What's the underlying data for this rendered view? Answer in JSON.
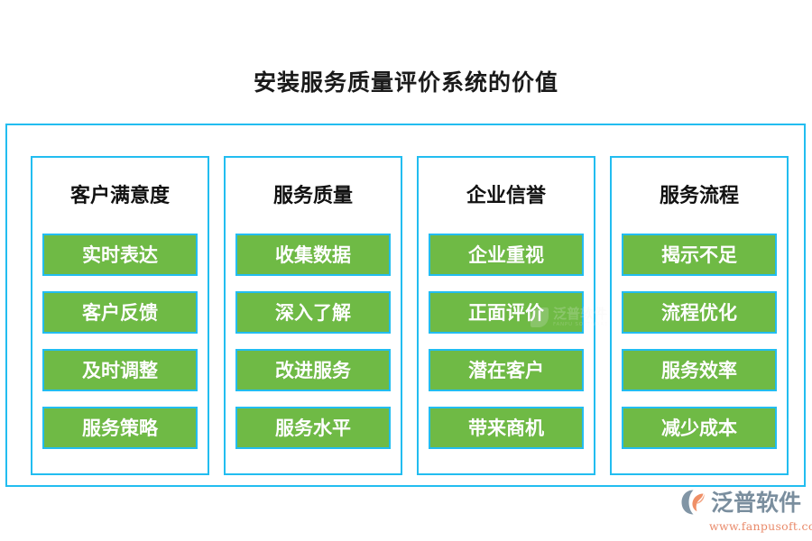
{
  "page": {
    "title": "安装服务质量评价系统的价值",
    "background_color": "#ffffff"
  },
  "theme": {
    "border_color": "#22bdf0",
    "item_fill_color": "#6fba45",
    "item_text_color": "#ffffff",
    "header_text_color": "#111111",
    "title_text_color": "#1a1a1a"
  },
  "diagram": {
    "columns": [
      {
        "header": "客户满意度",
        "items": [
          "实时表达",
          "客户反馈",
          "及时调整",
          "服务策略"
        ]
      },
      {
        "header": "服务质量",
        "items": [
          "收集数据",
          "深入了解",
          "改进服务",
          "服务水平"
        ]
      },
      {
        "header": "企业信誉",
        "items": [
          "企业重视",
          "正面评价",
          "潜在客户",
          "带来商机"
        ]
      },
      {
        "header": "服务流程",
        "items": [
          "揭示不足",
          "流程优化",
          "服务效率",
          "减少成本"
        ]
      }
    ]
  },
  "watermark": {
    "name": "泛普软件",
    "subtitle": "FANPU SOFTWARE"
  },
  "brand": {
    "name": "泛普软件",
    "url": "www.fanpusoft.com",
    "mark_color_primary": "#7a8e9e",
    "mark_color_accent": "#ef8f66"
  }
}
